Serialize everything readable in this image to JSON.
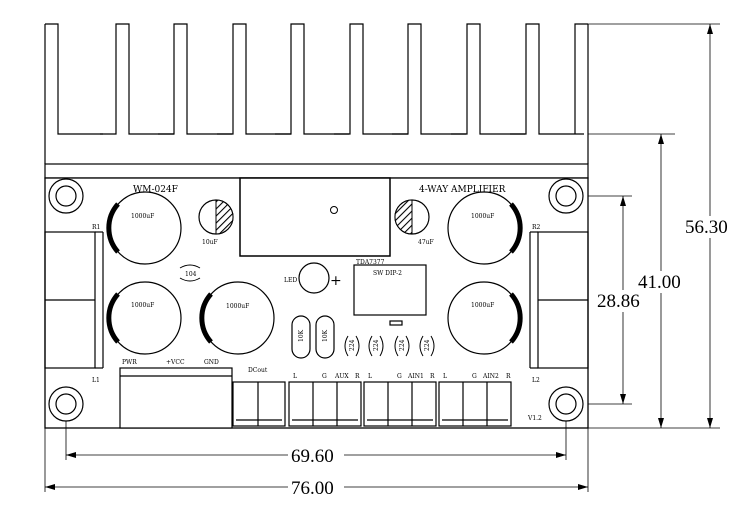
{
  "dimensions": {
    "height_total": "56.30",
    "height_board": "41.00",
    "height_holes": "28.86",
    "width_holes": "69.60",
    "width_total": "76.00"
  },
  "board": {
    "model": "WM-024F",
    "title": "4-WAY AMPLIFIER",
    "version": "V1.2",
    "ic_label": "TDA7377",
    "switch_label": "SW DIP-2",
    "led_label": "LED",
    "led_plus": "+",
    "cap_small_left": "10uF",
    "cap_small_right": "47uF",
    "cap_big": "1000uF",
    "cap_ceramic": "104",
    "resistor": "10K",
    "trimmer": "224",
    "label_r1": "R1",
    "label_r2": "R2",
    "label_l1": "L1",
    "label_l2": "L2",
    "pwr": "PWR",
    "vcc": "+VCC",
    "gnd": "GND",
    "dcout": "DCout",
    "conn_aux": [
      "L",
      "G",
      "AUX",
      "R"
    ],
    "conn_ain1": [
      "L",
      "G",
      "AIN1",
      "R"
    ],
    "conn_ain2": [
      "L",
      "G",
      "AIN2",
      "R"
    ]
  }
}
